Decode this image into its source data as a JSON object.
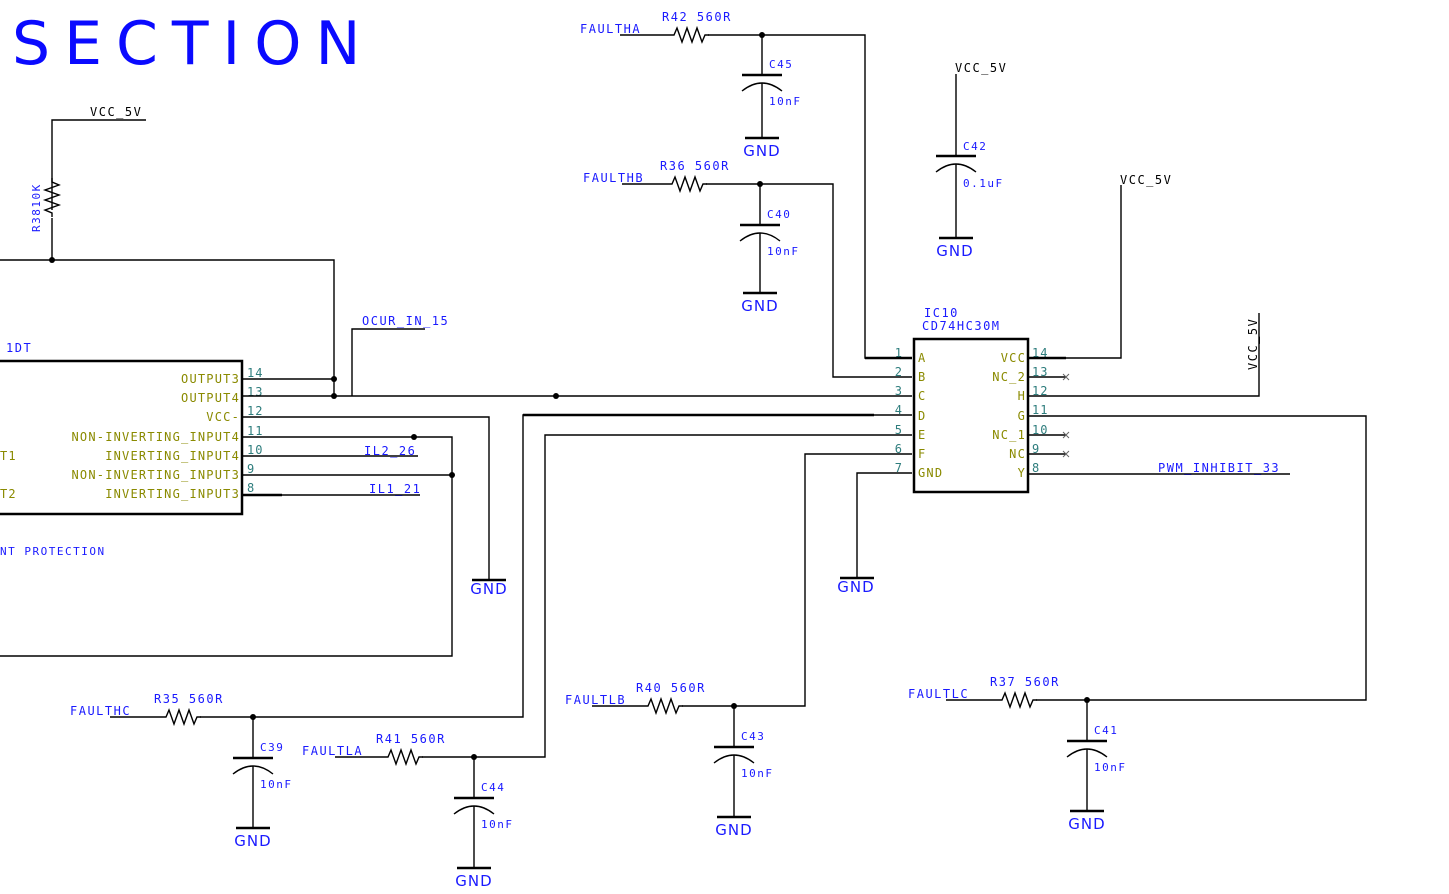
{
  "sheet": {
    "title_fragment": "SECTION",
    "left_ic_ref_fragment": "1DT",
    "left_ic_note_fragment": "NT PROTECTION",
    "left_ic_side_labels": [
      "T1",
      "T2"
    ]
  },
  "power": {
    "vcc": "VCC_5V",
    "gnd": "GND"
  },
  "left_ic": {
    "pins": [
      {
        "num": "14",
        "name": "OUTPUT3"
      },
      {
        "num": "13",
        "name": "OUTPUT4"
      },
      {
        "num": "12",
        "name": "VCC-"
      },
      {
        "num": "11",
        "name": "NON-INVERTING_INPUT4"
      },
      {
        "num": "10",
        "name": "INVERTING_INPUT4"
      },
      {
        "num": "9",
        "name": "NON-INVERTING_INPUT3"
      },
      {
        "num": "8",
        "name": "INVERTING_INPUT3"
      }
    ]
  },
  "nets": {
    "ocur": "OCUR_IN_15",
    "il2": "IL2_26",
    "il1": "IL1_21",
    "pwm": "PWM_INHIBIT_33"
  },
  "r38": {
    "ref": "R38",
    "value": "10K",
    "label": "R3810K"
  },
  "ic10": {
    "ref": "IC10",
    "part": "CD74HC30M",
    "left_pins": [
      {
        "num": "1",
        "name": "A"
      },
      {
        "num": "2",
        "name": "B"
      },
      {
        "num": "3",
        "name": "C"
      },
      {
        "num": "4",
        "name": "D"
      },
      {
        "num": "5",
        "name": "E"
      },
      {
        "num": "6",
        "name": "F"
      },
      {
        "num": "7",
        "name": "GND"
      }
    ],
    "right_pins": [
      {
        "num": "14",
        "name": "VCC"
      },
      {
        "num": "13",
        "name": "NC_2"
      },
      {
        "num": "12",
        "name": "H"
      },
      {
        "num": "11",
        "name": "G"
      },
      {
        "num": "10",
        "name": "NC_1"
      },
      {
        "num": "9",
        "name": "NC"
      },
      {
        "num": "8",
        "name": "Y"
      }
    ]
  },
  "filters": [
    {
      "net": "FAULTHA",
      "r_ref": "R42",
      "r_val": "560R",
      "c_ref": "C45",
      "c_val": "10nF"
    },
    {
      "net": "FAULTHB",
      "r_ref": "R36",
      "r_val": "560R",
      "c_ref": "C40",
      "c_val": "10nF"
    },
    {
      "net": "FAULTHC",
      "r_ref": "R35",
      "r_val": "560R",
      "c_ref": "C39",
      "c_val": "10nF"
    },
    {
      "net": "FAULTLA",
      "r_ref": "R41",
      "r_val": "560R",
      "c_ref": "C44",
      "c_val": "10nF"
    },
    {
      "net": "FAULTLB",
      "r_ref": "R40",
      "r_val": "560R",
      "c_ref": "C43",
      "c_val": "10nF"
    },
    {
      "net": "FAULTLC",
      "r_ref": "R37",
      "r_val": "560R",
      "c_ref": "C41",
      "c_val": "10nF"
    }
  ],
  "decoupling": {
    "c_ref": "C42",
    "c_val": "0.1uF"
  }
}
